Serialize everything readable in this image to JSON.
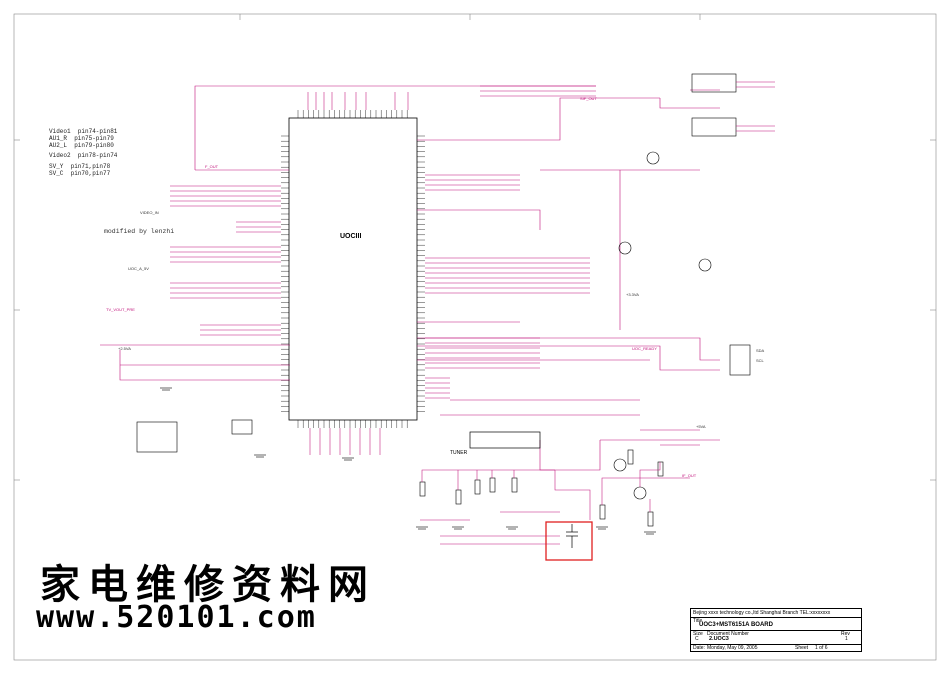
{
  "notes": {
    "video1": "Video1  pin74-pin81",
    "au1_r": "AU1_R  pin75-pin79",
    "au2_l": "AU2_L  pin79-pin80",
    "video2": "Video2  pin78-pin74",
    "sv_y": "SV_Y  pin71,pin78",
    "sv_c": "SV_C  pin70,pin77"
  },
  "modified_by": "modified by lenzhi",
  "main_chip": {
    "label": "UOCIII"
  },
  "tuner": {
    "label": "TUNER"
  },
  "watermark": {
    "chinese": "家电维修资料网",
    "url": "www.520101.com"
  },
  "title_block": {
    "company": "Bejing xxxx technology co.,ltd  Shanghai Branch  TEL:xxxxxxxx",
    "title_caption": "Title",
    "title": "UOC3+MST6151A BOARD",
    "size_caption": "Size",
    "size": "C",
    "doc_caption": "Document Number",
    "doc_number": "2.UOC3",
    "rev_caption": "Rev",
    "rev": "1",
    "date_caption": "Date:",
    "date": "Monday, May 09, 2005",
    "sheet_caption": "Sheet",
    "sheet_of": "1   of   6"
  },
  "net_labels": {
    "f_out": "F_OUT",
    "video_in": "VIDEO_IN",
    "uoc_a_5v": "UOC_A_5V",
    "v_2v5": "+2.5VA",
    "v_3v3": "+3.3VA",
    "v_5va": "+5VA",
    "sda": "SDA",
    "scl": "SCL",
    "if_out": "IF_OUT",
    "sif_out": "SIF_OUT",
    "tv_vout": "TV_VOUT_PRE",
    "uoc_ready": "UOC_READY"
  },
  "colors": {
    "wire": "#c0107a",
    "line": "#000000",
    "highlight": "#e02020"
  }
}
